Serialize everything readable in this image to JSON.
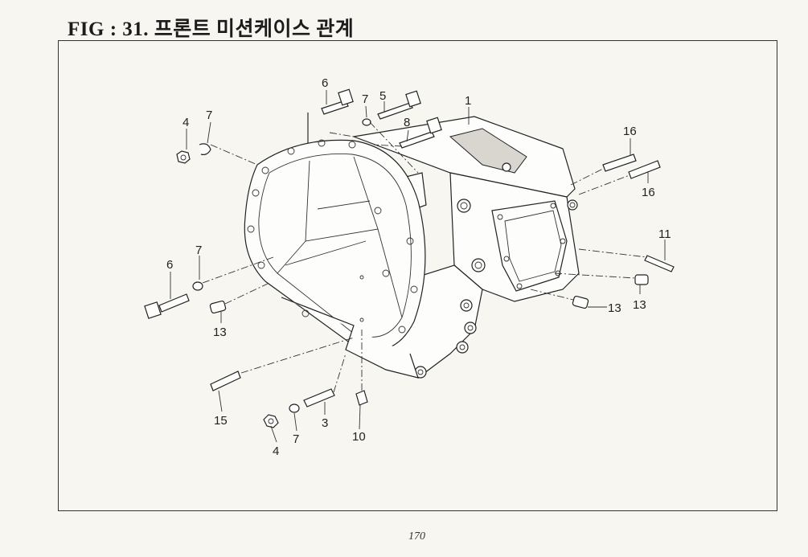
{
  "header": {
    "title": "FIG : 31. 프론트 미션케이스 관계"
  },
  "footer": {
    "page_number": "170"
  },
  "diagram": {
    "callouts": [
      {
        "id": "c1",
        "label": "1"
      },
      {
        "id": "c3",
        "label": "3"
      },
      {
        "id": "c4a",
        "label": "4"
      },
      {
        "id": "c4b",
        "label": "4"
      },
      {
        "id": "c5",
        "label": "5"
      },
      {
        "id": "c6a",
        "label": "6"
      },
      {
        "id": "c6b",
        "label": "6"
      },
      {
        "id": "c7a",
        "label": "7"
      },
      {
        "id": "c7b",
        "label": "7"
      },
      {
        "id": "c7c",
        "label": "7"
      },
      {
        "id": "c7d",
        "label": "7"
      },
      {
        "id": "c8",
        "label": "8"
      },
      {
        "id": "c10",
        "label": "10"
      },
      {
        "id": "c11",
        "label": "11"
      },
      {
        "id": "c13a",
        "label": "13"
      },
      {
        "id": "c13b",
        "label": "13"
      },
      {
        "id": "c13c",
        "label": "13"
      },
      {
        "id": "c15",
        "label": "15"
      },
      {
        "id": "c16a",
        "label": "16"
      },
      {
        "id": "c16b",
        "label": "16"
      }
    ]
  }
}
